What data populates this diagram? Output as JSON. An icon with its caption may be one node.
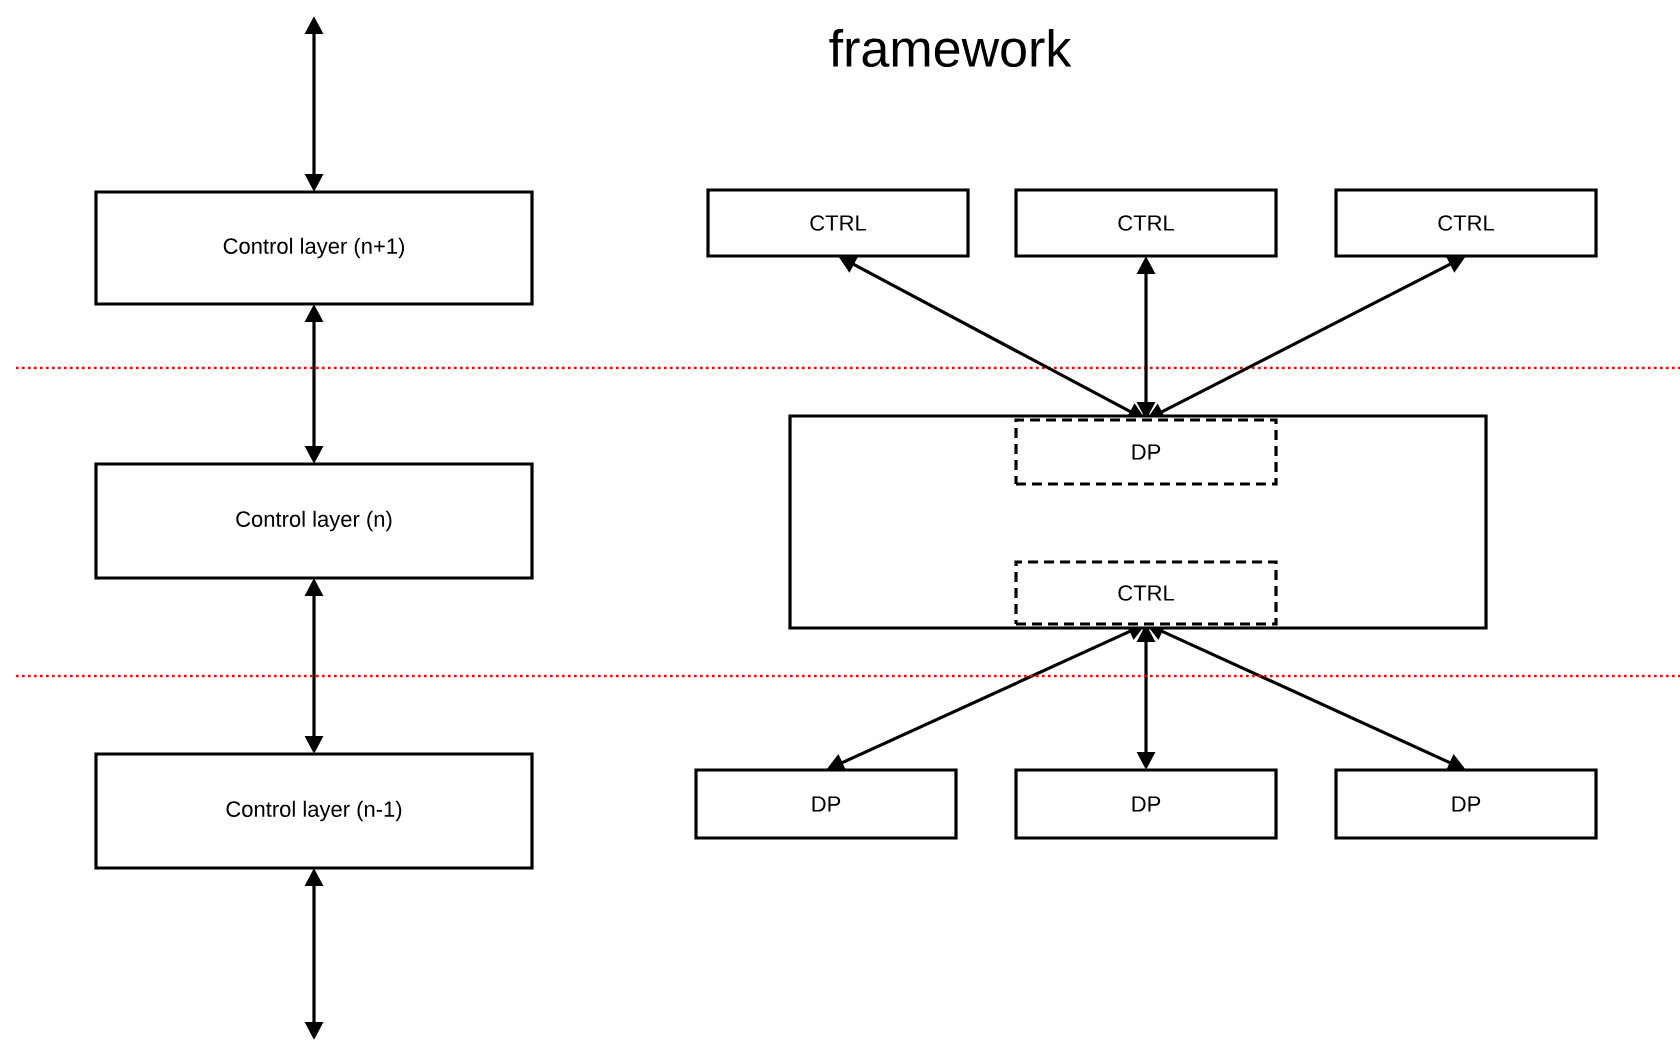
{
  "diagram": {
    "title": "framework",
    "nodes": [
      {
        "text": [
          "Control layer (n+1)"
        ]
      },
      {
        "text": [
          "Control layer (n)"
        ]
      },
      {
        "text": [
          "Control layer (n-1)"
        ]
      },
      {
        "text": [
          "CTRL"
        ]
      },
      {
        "text": [
          "CTRL"
        ]
      },
      {
        "text": [
          "CTRL"
        ]
      },
      {
        "text": [],
        "shape": "box"
      },
      {
        "text": [
          "DP"
        ],
        "in": 6
      },
      {
        "text": [
          "CTRL"
        ],
        "in": 6
      },
      {
        "text": [
          "DP"
        ]
      },
      {
        "text": [
          "DP"
        ]
      },
      {
        "text": [
          "DP"
        ]
      }
    ],
    "edges": [
      {
        "from": null,
        "to": 0,
        "arrow": "both"
      },
      {
        "from": 0,
        "to": 1,
        "arrow": "both"
      },
      {
        "from": 1,
        "to": 2,
        "arrow": "both"
      },
      {
        "from": 2,
        "to": null,
        "arrow": "both"
      },
      {
        "from": 7,
        "to": 3,
        "arrow": "both"
      },
      {
        "from": 7,
        "to": 4,
        "arrow": "both"
      },
      {
        "from": 7,
        "to": 5,
        "arrow": "both"
      },
      {
        "from": 8,
        "to": 9,
        "arrow": "both"
      },
      {
        "from": 8,
        "to": 10,
        "arrow": "both"
      },
      {
        "from": 8,
        "to": 11,
        "arrow": "both"
      }
    ]
  }
}
